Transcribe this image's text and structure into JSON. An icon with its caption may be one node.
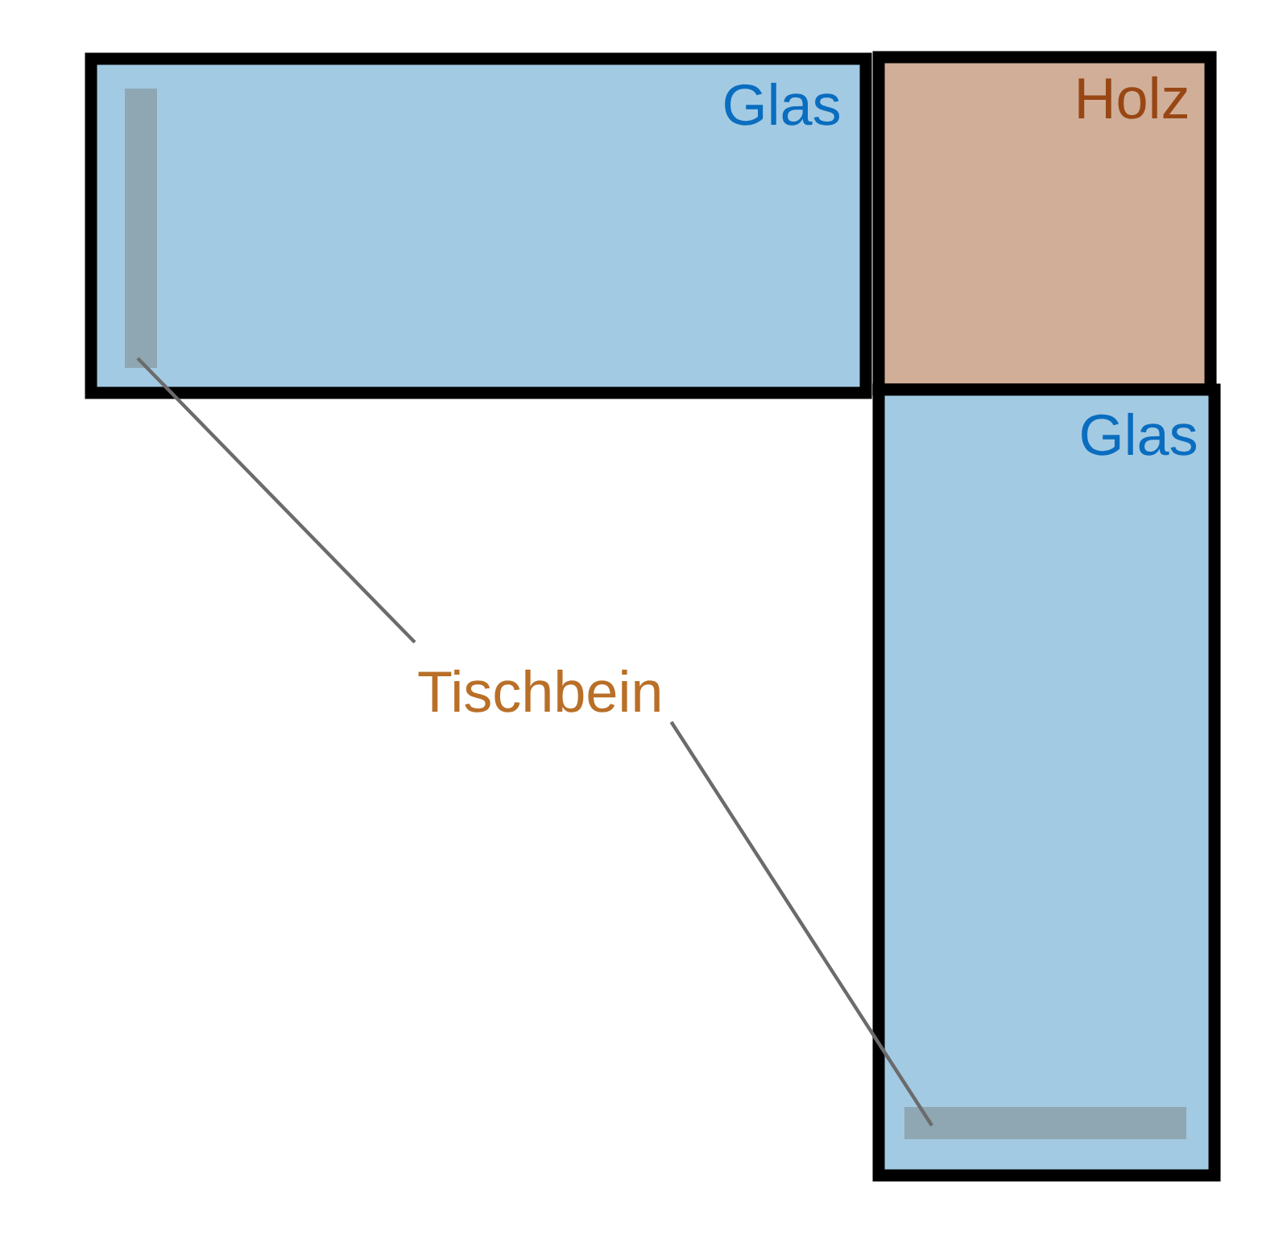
{
  "diagram": {
    "nodes": [
      {
        "text": [
          "Glas"
        ]
      },
      {
        "text": [
          "Holz"
        ]
      },
      {
        "text": [
          "Glas"
        ]
      },
      {
        "text": [],
        "shape": "bar",
        "in": 0
      },
      {
        "text": [],
        "shape": "bar",
        "in": 2
      },
      {
        "text": [
          "Tischbein"
        ]
      }
    ],
    "edges": [
      {
        "from": 5,
        "to": 3,
        "arrow": "none"
      },
      {
        "from": 5,
        "to": 4,
        "arrow": "none"
      }
    ]
  }
}
